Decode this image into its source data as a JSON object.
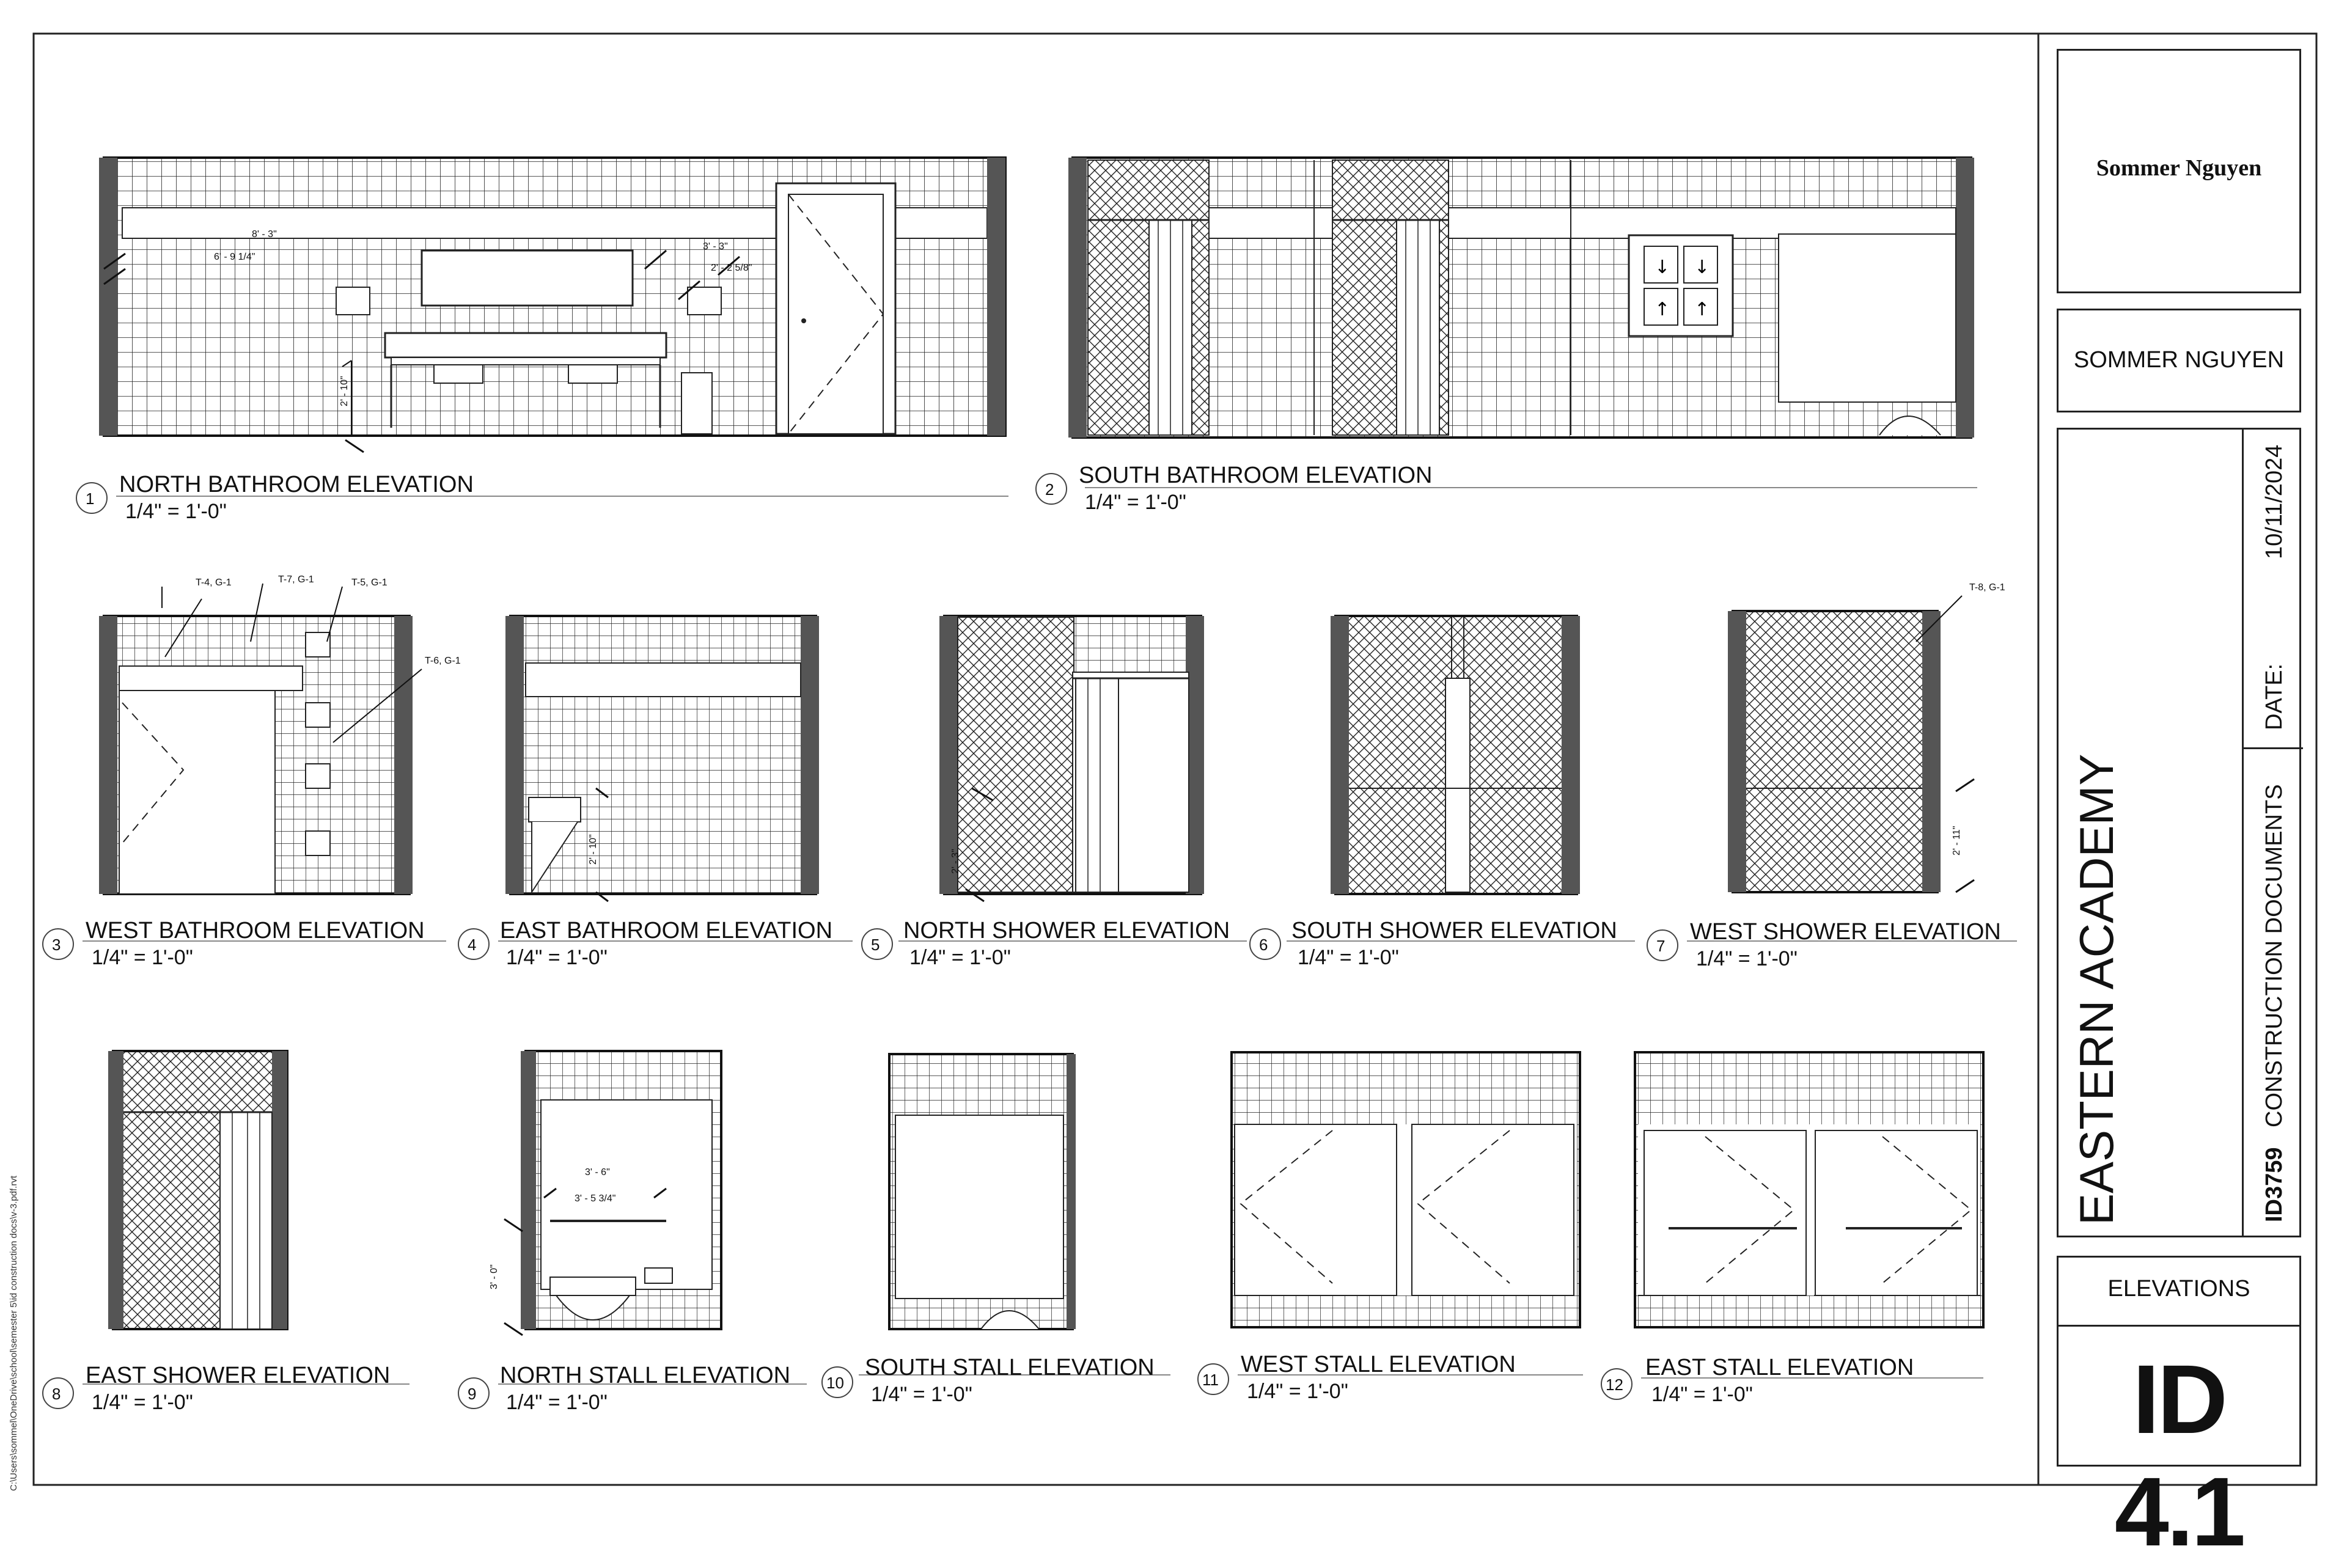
{
  "file_path": "C:\\Users\\sommel\\OneDrive\\school\\semester 5\\id construction docs\\v-3.pdf.rvt",
  "title_block": {
    "logo_text": "Sommer Nguyen",
    "designer": "SOMMER NGUYEN",
    "project_name": "EASTERN ACADEMY",
    "course_code": "ID3759",
    "phase": "CONSTRUCTION DOCUMENTS",
    "date_label": "DATE:",
    "date_value": "10/11/2024",
    "sheet_title": "ELEVATIONS",
    "sheet_number": "ID 4.1"
  },
  "views": [
    {
      "number": "1",
      "title": "NORTH BATHROOM ELEVATION",
      "scale": "1/4\" = 1'-0\""
    },
    {
      "number": "2",
      "title": "SOUTH BATHROOM ELEVATION",
      "scale": "1/4\" = 1'-0\""
    },
    {
      "number": "3",
      "title": "WEST BATHROOM ELEVATION",
      "scale": "1/4\" = 1'-0\""
    },
    {
      "number": "4",
      "title": "EAST BATHROOM ELEVATION",
      "scale": "1/4\" = 1'-0\""
    },
    {
      "number": "5",
      "title": "NORTH SHOWER ELEVATION",
      "scale": "1/4\" = 1'-0\""
    },
    {
      "number": "6",
      "title": "SOUTH SHOWER ELEVATION",
      "scale": "1/4\" = 1'-0\""
    },
    {
      "number": "7",
      "title": "WEST SHOWER ELEVATION",
      "scale": "1/4\" = 1'-0\""
    },
    {
      "number": "8",
      "title": "EAST SHOWER ELEVATION",
      "scale": "1/4\" = 1'-0\""
    },
    {
      "number": "9",
      "title": "NORTH STALL ELEVATION",
      "scale": "1/4\" = 1'-0\""
    },
    {
      "number": "10",
      "title": "SOUTH STALL ELEVATION",
      "scale": "1/4\" = 1'-0\""
    },
    {
      "number": "11",
      "title": "WEST STALL ELEVATION",
      "scale": "1/4\" = 1'-0\""
    },
    {
      "number": "12",
      "title": "EAST STALL ELEVATION",
      "scale": "1/4\" = 1'-0\""
    }
  ],
  "annotations": {
    "north_dim_top": "8' - 3\"",
    "north_dim_left": "6' - 9 1/4\"",
    "north_dim_right_top": "3' - 3\"",
    "north_dim_right_bottom": "2' - 2 5/8\"",
    "north_dim_vertical": "2' - 10\"",
    "west_tag_1": "T-4, G-1",
    "west_tag_2": "T-7, G-1",
    "west_tag_3": "T-5, G-1",
    "west_tag_4": "T-6, G-1",
    "east_dim": "2' - 10\"",
    "north_shower_dim": "2' - 3\"",
    "west_shower_tag": "T-8, G-1",
    "west_shower_dim": "2' - 11\"",
    "stall_dim_1": "3' - 6\"",
    "stall_dim_2": "3' - 5 3/4\"",
    "stall_dim_vertical": "3' - 0\""
  }
}
